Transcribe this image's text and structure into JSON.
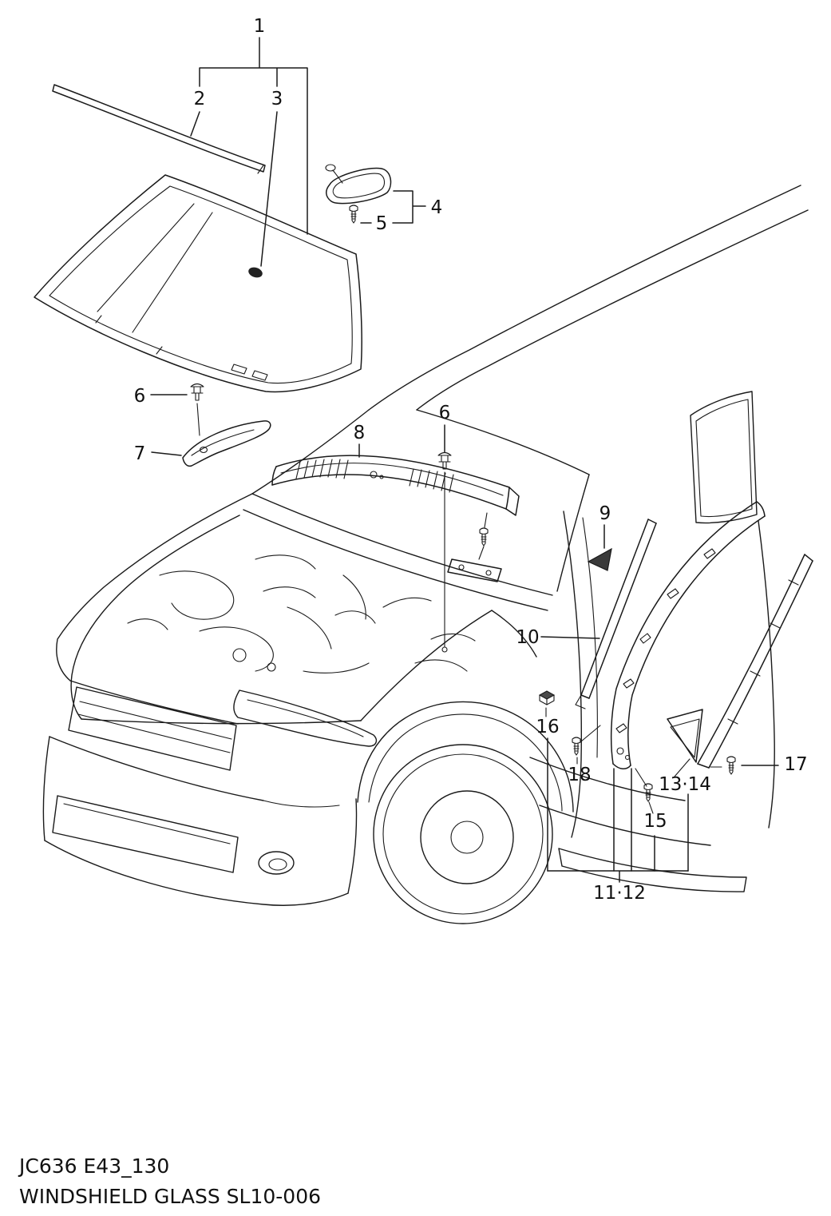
{
  "diagram": {
    "colors": {
      "background": "#ffffff",
      "line": "#1a1a1a"
    },
    "callouts": [
      {
        "label": "1"
      },
      {
        "label": "2"
      },
      {
        "label": "3"
      },
      {
        "label": "4"
      },
      {
        "label": "5"
      },
      {
        "label": "6"
      },
      {
        "label": "6"
      },
      {
        "label": "7"
      },
      {
        "label": "8"
      },
      {
        "label": "9"
      },
      {
        "label": "10"
      },
      {
        "label": "11·12"
      },
      {
        "label": "13·14"
      },
      {
        "label": "15"
      },
      {
        "label": "16"
      },
      {
        "label": "17"
      },
      {
        "label": "18"
      }
    ],
    "footer": {
      "line1": "JC636 E43_130",
      "line2": "WINDSHIELD GLASS SL10-006"
    }
  }
}
